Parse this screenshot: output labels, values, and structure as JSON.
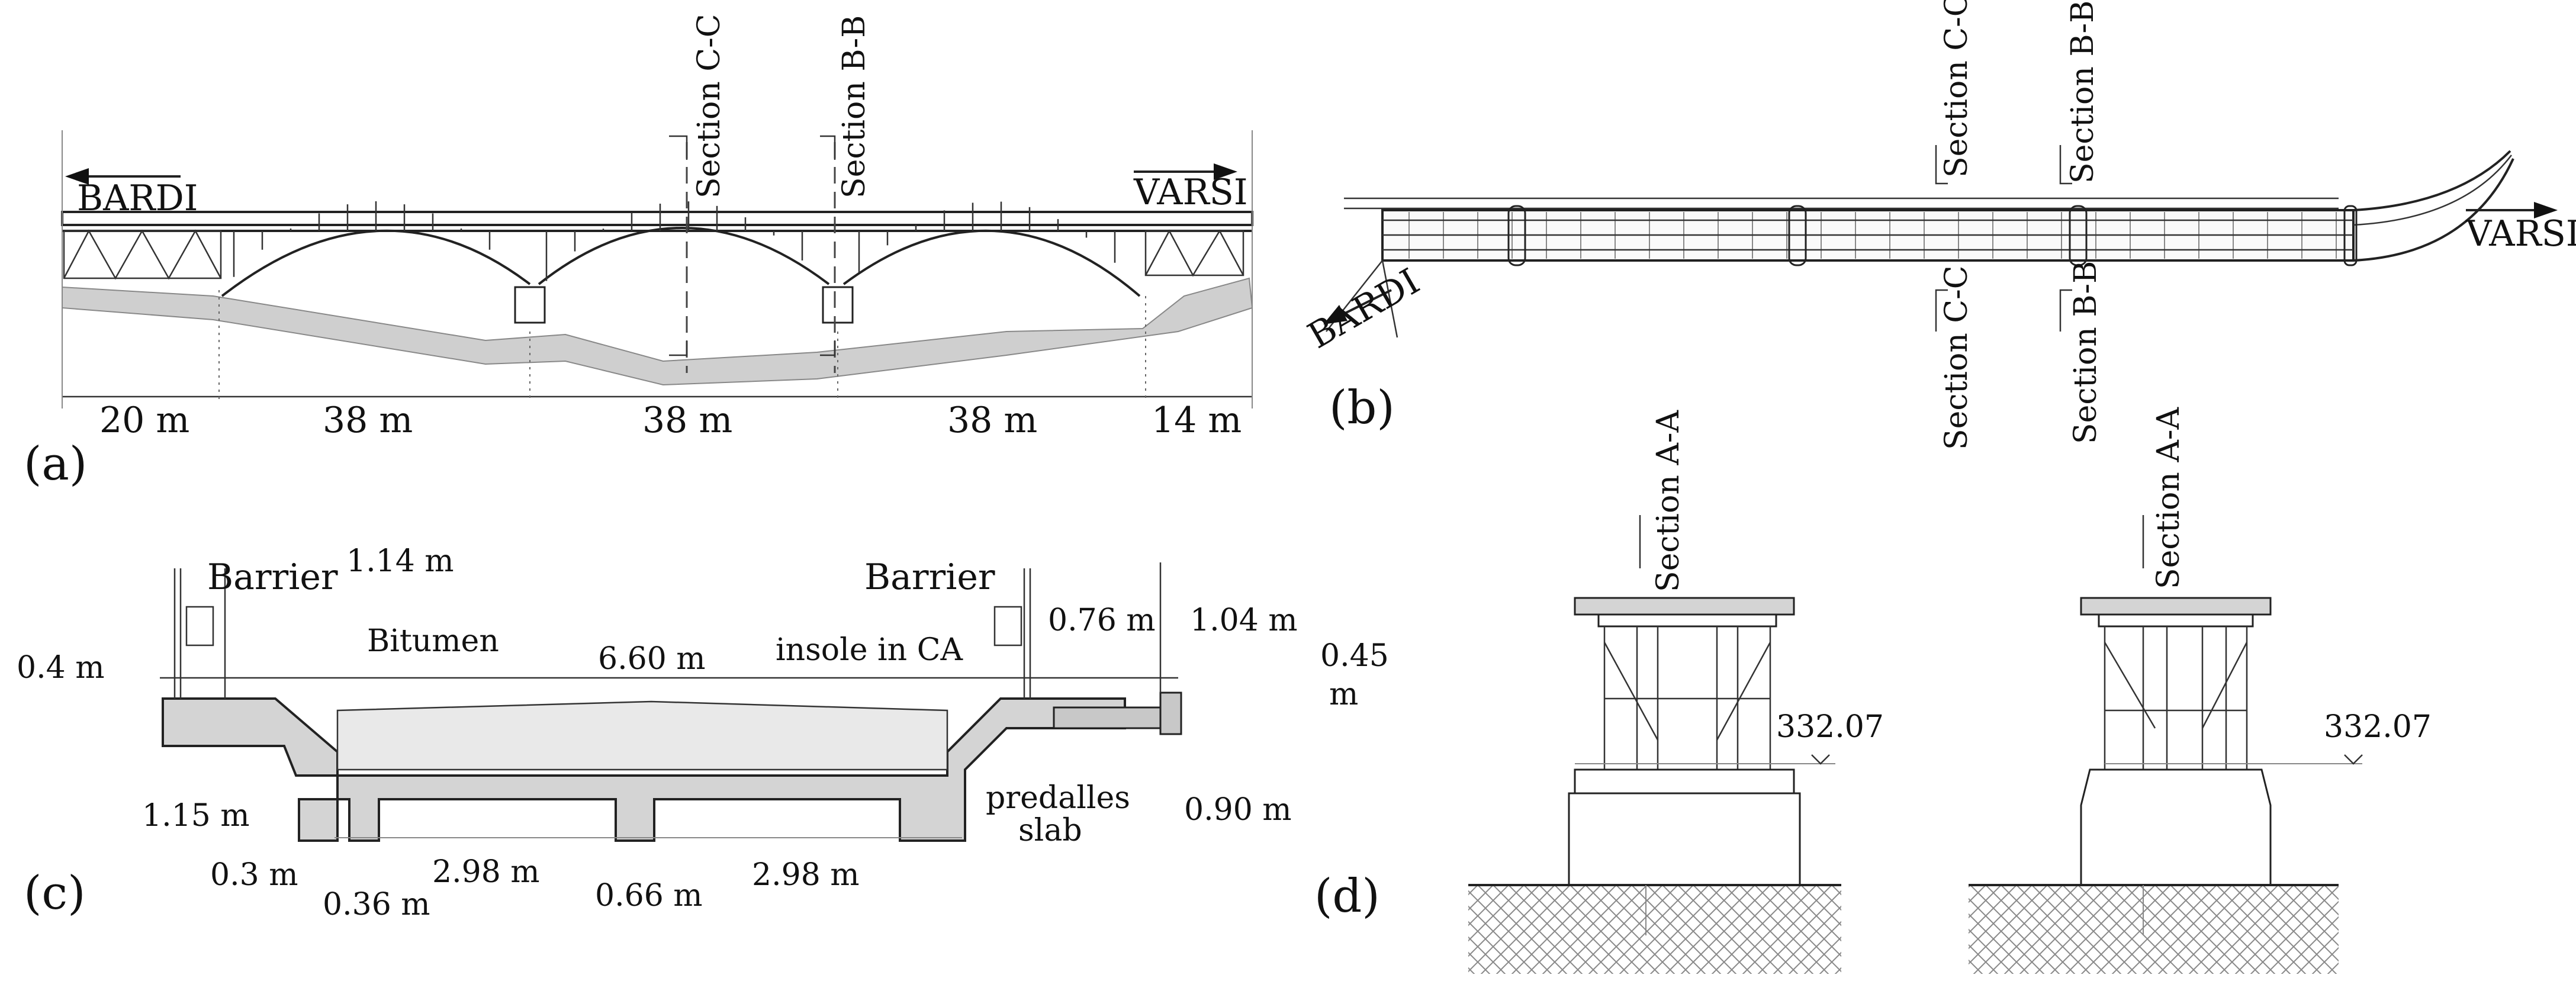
{
  "panels": {
    "a": {
      "label": "(a)",
      "left_end": "BARDI",
      "right_end": "VARSI",
      "section_c": "Section C-C",
      "section_b": "Section B-B",
      "spans": [
        "20 m",
        "38 m",
        "38 m",
        "38 m",
        "14 m"
      ]
    },
    "b": {
      "label": "(b)",
      "left_end": "BARDI",
      "right_end": "VARSI",
      "section_c_top": "Section C-C",
      "section_b_top": "Section B-B",
      "section_c_bottom": "Section C-C",
      "section_b_bottom": "Section B-B"
    },
    "c": {
      "label": "(c)",
      "barrier_left": "Barrier",
      "barrier_right": "Barrier",
      "dim_1_14": "1.14 m",
      "dim_0_76": "0.76 m",
      "dim_1_04": "1.04 m",
      "dim_0_4": "0.4 m",
      "dim_0_45": "0.45",
      "dim_0_45_unit": "m",
      "bitumen": "Bitumen",
      "dim_6_60": "6.60 m",
      "insole": "insole in CA",
      "dim_1_15": "1.15 m",
      "predalles_1": "predalles",
      "predalles_2": "slab",
      "dim_0_90": "0.90 m",
      "dim_0_3": "0.3 m",
      "dim_0_36": "0.36 m",
      "dim_2_98_a": "2.98 m",
      "dim_0_66": "0.66 m",
      "dim_2_98_b": "2.98 m"
    },
    "d": {
      "label": "(d)",
      "section_a_left": "Section A-A",
      "section_a_right": "Section A-A",
      "level_left": "332.07",
      "level_right": "332.07"
    }
  }
}
